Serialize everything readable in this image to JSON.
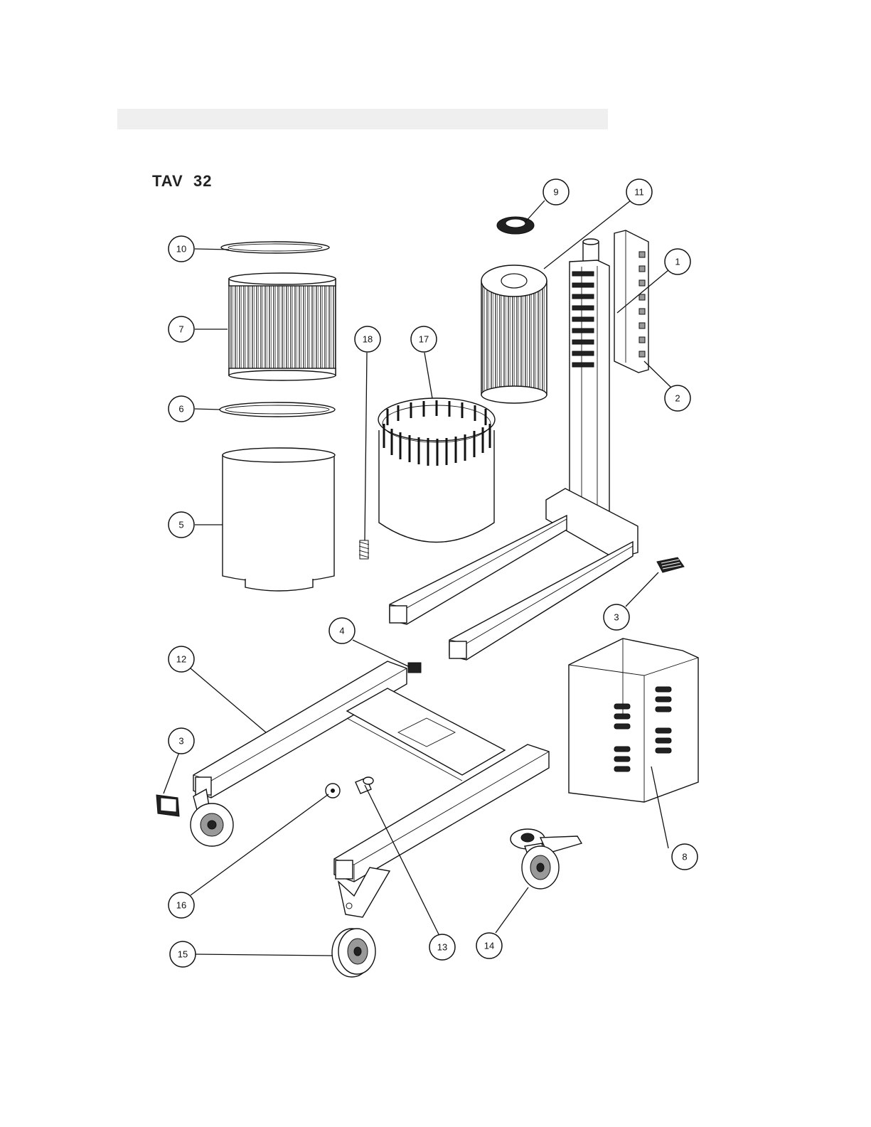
{
  "title": "TAV  32",
  "callouts": [
    {
      "id": "callout-1",
      "label": "1"
    },
    {
      "id": "callout-2",
      "label": "2"
    },
    {
      "id": "callout-3a",
      "label": "3"
    },
    {
      "id": "callout-3b",
      "label": "3"
    },
    {
      "id": "callout-4",
      "label": "4"
    },
    {
      "id": "callout-5",
      "label": "5"
    },
    {
      "id": "callout-6",
      "label": "6"
    },
    {
      "id": "callout-7",
      "label": "7"
    },
    {
      "id": "callout-8",
      "label": "8"
    },
    {
      "id": "callout-9",
      "label": "9"
    },
    {
      "id": "callout-10",
      "label": "10"
    },
    {
      "id": "callout-11",
      "label": "11"
    },
    {
      "id": "callout-12",
      "label": "12"
    },
    {
      "id": "callout-13",
      "label": "13"
    },
    {
      "id": "callout-14",
      "label": "14"
    },
    {
      "id": "callout-15",
      "label": "15"
    },
    {
      "id": "callout-16",
      "label": "16"
    },
    {
      "id": "callout-17",
      "label": "17"
    },
    {
      "id": "callout-18",
      "label": "18"
    }
  ]
}
